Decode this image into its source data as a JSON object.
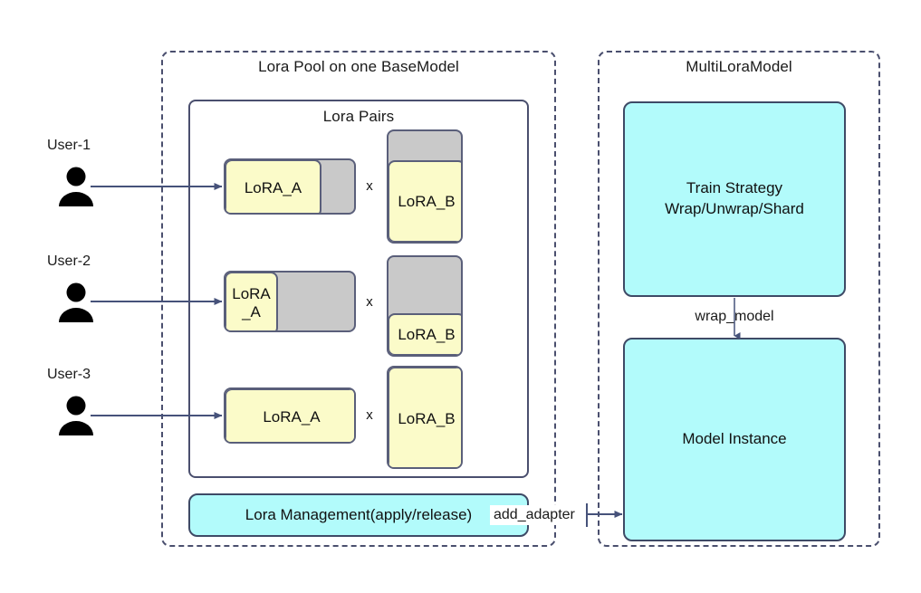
{
  "diagram": {
    "title_left": "Lora Pool on one BaseModel",
    "title_right": "MultiLoraModel",
    "inner_title": "Lora Pairs",
    "colors": {
      "lora_fill": "#fbfbc9",
      "slot_empty": "#c9c9c9",
      "cyan": "#b2fbfb",
      "stroke": "#4a4f6e",
      "arrow": "#46527a"
    }
  },
  "users": [
    {
      "label": "User-1",
      "icon": "user-icon"
    },
    {
      "label": "User-2",
      "icon": "user-icon"
    },
    {
      "label": "User-3",
      "icon": "user-icon"
    }
  ],
  "pairs": [
    {
      "a_label": "LoRA_A",
      "b_label": "LoRA_B",
      "operator": "x",
      "a_fill_pct": 72,
      "b_fill_pct": 72
    },
    {
      "a_label": "LoRA\n_A",
      "b_label": "LoRA_B",
      "operator": "x",
      "a_fill_pct": 38,
      "b_fill_pct": 48
    },
    {
      "a_label": "LoRA_A",
      "b_label": "LoRA_B",
      "operator": "x",
      "a_fill_pct": 100,
      "b_fill_pct": 100
    }
  ],
  "management": {
    "bar_label": "Lora Management(apply/release)",
    "edge_label": "add_adapter"
  },
  "right_panel": {
    "train_strategy": "Train Strategy\nWrap/Unwrap/Shard",
    "wrap_edge_label": "wrap_model",
    "model_instance": "Model Instance"
  }
}
